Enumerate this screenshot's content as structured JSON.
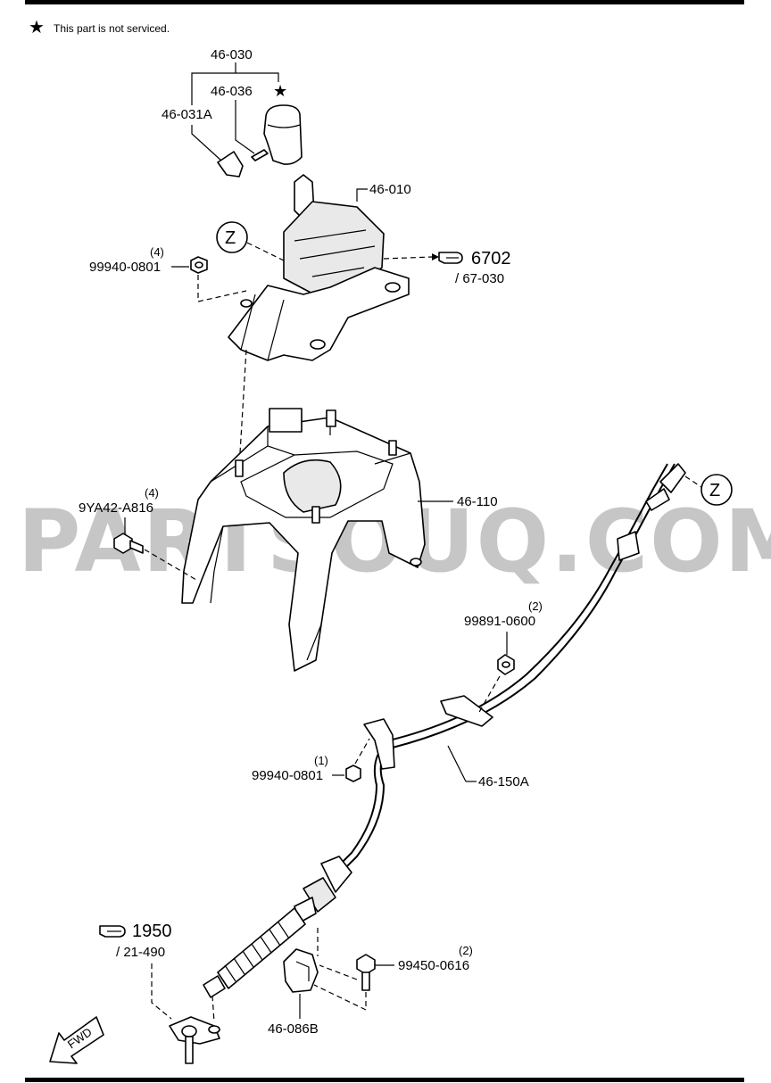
{
  "note": {
    "star_symbol": "★",
    "text": "This part is not serviced."
  },
  "watermark": "PARTSOUQ.COM",
  "callouts": {
    "c46030": "46-030",
    "c46036": "46-036",
    "c46031A": "46-031A",
    "c46010": "46-010",
    "c6702": "6702",
    "c67030": "/ 67-030",
    "cZ1": "Z",
    "cZ2": "Z",
    "c99940_top_qty": "(4)",
    "c99940_top": "99940-0801",
    "c9YA42_qty": "(4)",
    "c9YA42": "9YA42-A816",
    "c46110": "46-110",
    "c99891_qty": "(2)",
    "c99891": "99891-0600",
    "c99940_mid_qty": "(1)",
    "c99940_mid": "99940-0801",
    "c46150A": "46-150A",
    "c1950": "1950",
    "c21490": "/ 21-490",
    "c99450_qty": "(2)",
    "c99450": "99450-0616",
    "c46086B": "46-086B",
    "fwd": "FWD"
  },
  "icons": [
    "star-icon",
    "pointing-hand-icon",
    "fwd-arrow-icon"
  ]
}
